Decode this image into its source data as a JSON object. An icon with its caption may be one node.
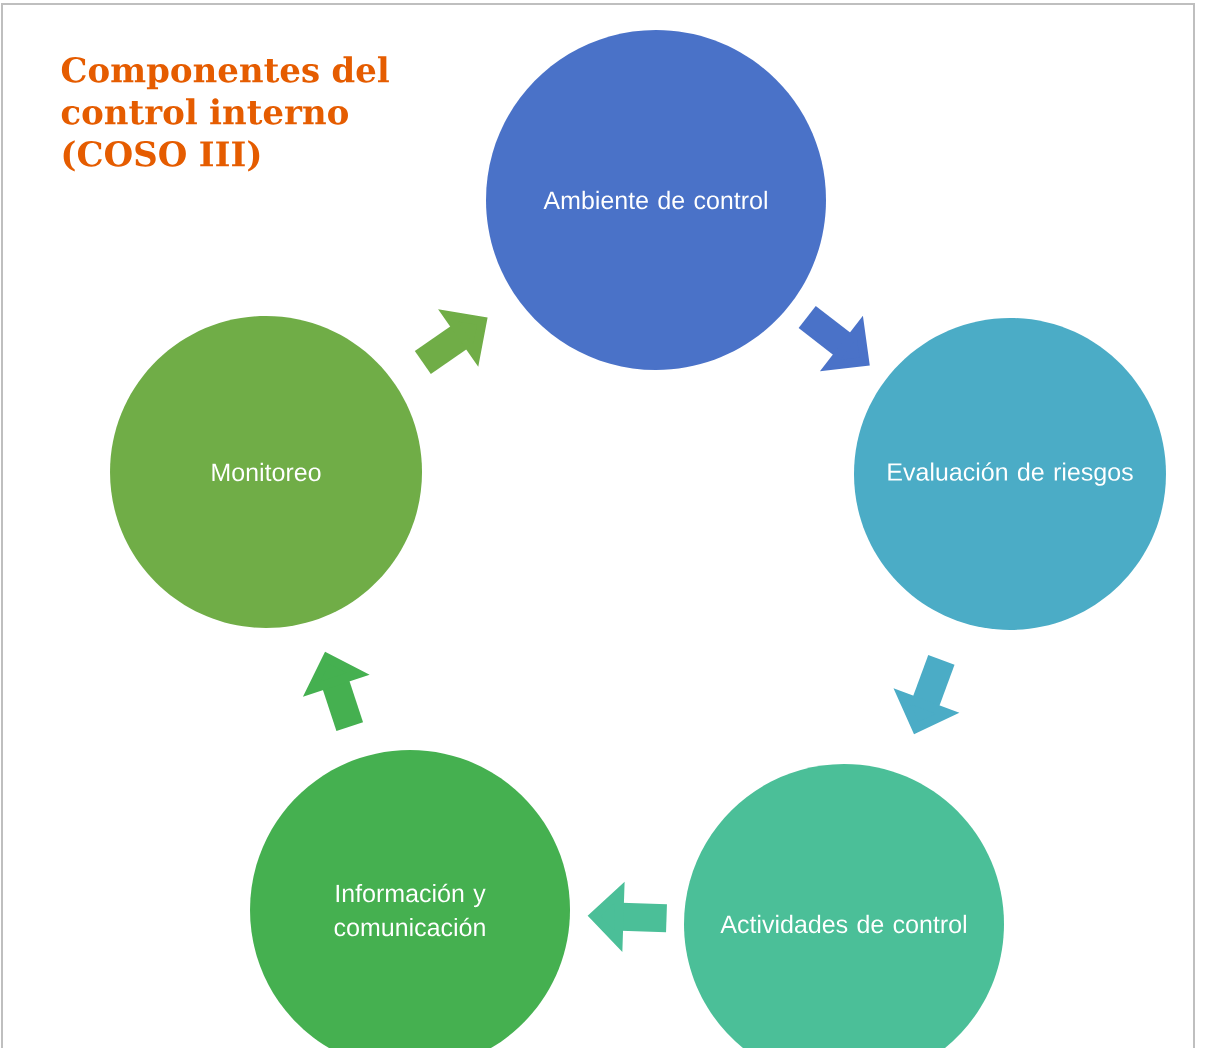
{
  "diagram": {
    "title": "Componentes del control interno (COSO III)",
    "nodes": [
      {
        "text": [
          "Ambiente de control"
        ]
      },
      {
        "text": [
          "Evaluación de riesgos"
        ]
      },
      {
        "text": [
          "Actividades de control"
        ]
      },
      {
        "text": [
          "Información y comunicación"
        ]
      },
      {
        "text": [
          "Monitoreo"
        ]
      }
    ],
    "edges": [
      {
        "from": 0,
        "to": 1,
        "arrow": "to",
        "color": "#4a72c8"
      },
      {
        "from": 1,
        "to": 2,
        "arrow": "to",
        "color": "#4bacc6"
      },
      {
        "from": 2,
        "to": 3,
        "arrow": "to",
        "color": "#4bbf98"
      },
      {
        "from": 3,
        "to": 4,
        "arrow": "to",
        "color": "#45b050"
      },
      {
        "from": 4,
        "to": 0,
        "arrow": "to",
        "color": "#70ad47"
      }
    ]
  }
}
